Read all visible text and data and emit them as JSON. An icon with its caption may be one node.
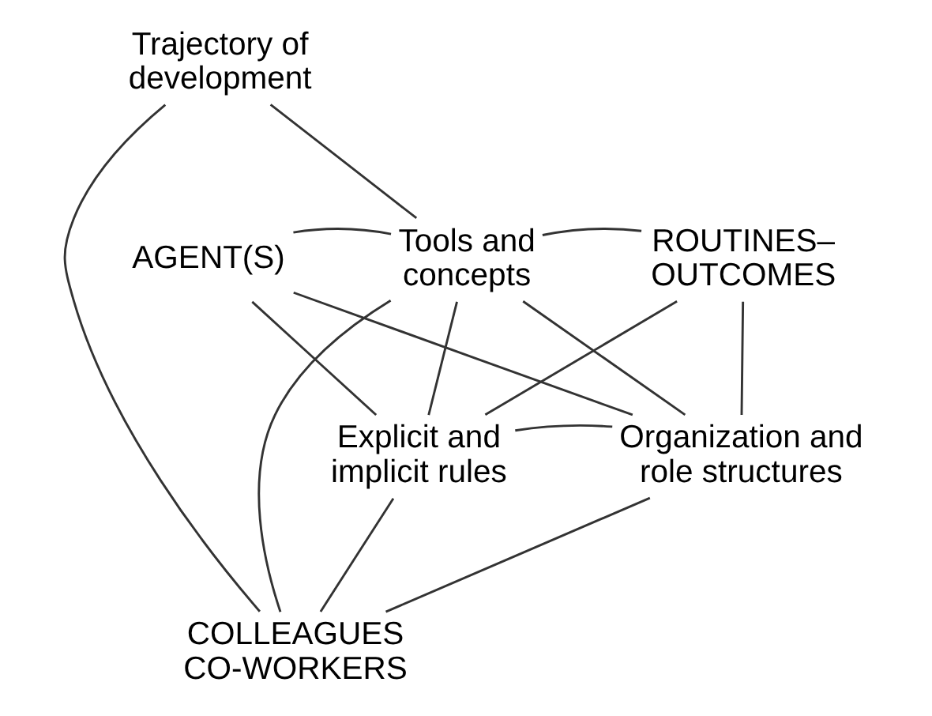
{
  "diagram": {
    "nodes": [
      {
        "text": [
          "Trajectory of development"
        ]
      },
      {
        "text": [
          "Tools and concepts"
        ]
      },
      {
        "text": [
          "AGENT(S)"
        ]
      },
      {
        "text": [
          "ROUTINES– OUTCOMES"
        ]
      },
      {
        "text": [
          "Explicit and implicit rules"
        ]
      },
      {
        "text": [
          "Organization and role structures"
        ]
      },
      {
        "text": [
          "COLLEAGUES CO-WORKERS"
        ]
      }
    ],
    "edges": [
      {
        "from": 0,
        "to": 1,
        "arrow": "none"
      },
      {
        "from": 0,
        "to": 6,
        "arrow": "none"
      },
      {
        "from": 2,
        "to": 1,
        "arrow": "none"
      },
      {
        "from": 1,
        "to": 3,
        "arrow": "none"
      },
      {
        "from": 2,
        "to": 4,
        "arrow": "none"
      },
      {
        "from": 4,
        "to": 6,
        "arrow": "none"
      },
      {
        "from": 3,
        "to": 5,
        "arrow": "none"
      },
      {
        "from": 5,
        "to": 6,
        "arrow": "none"
      },
      {
        "from": 1,
        "to": 4,
        "arrow": "none"
      },
      {
        "from": 1,
        "to": 5,
        "arrow": "none"
      },
      {
        "from": 1,
        "to": 6,
        "arrow": "none"
      },
      {
        "from": 2,
        "to": 5,
        "arrow": "none"
      },
      {
        "from": 3,
        "to": 4,
        "arrow": "none"
      },
      {
        "from": 4,
        "to": 5,
        "arrow": "none"
      }
    ]
  }
}
